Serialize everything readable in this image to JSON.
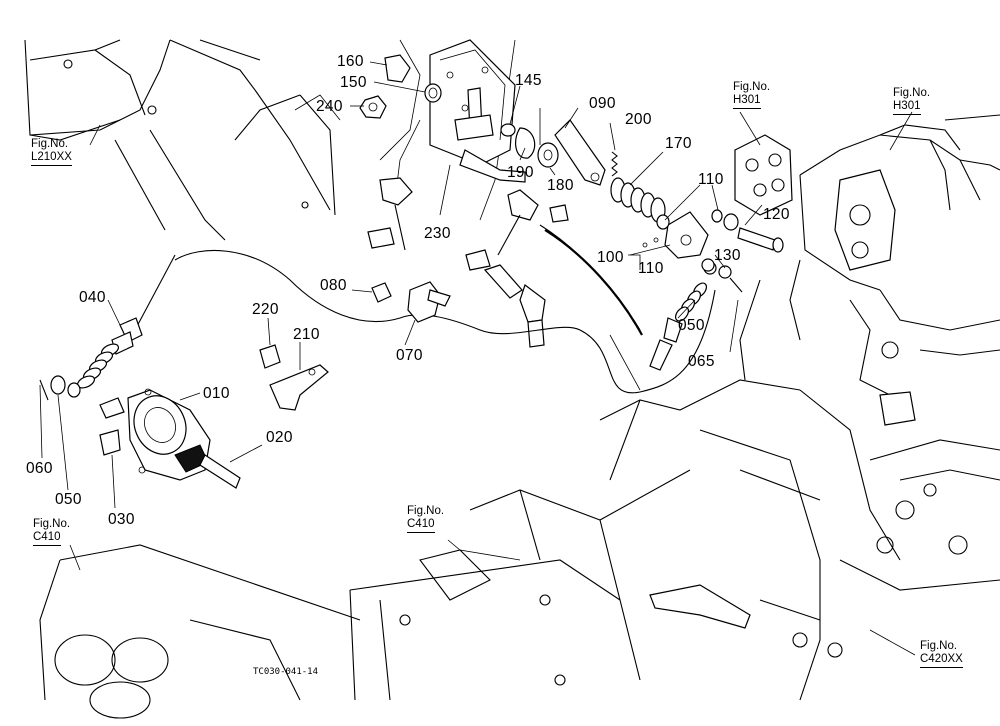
{
  "diagram_id": "TC030-041-14",
  "callouts": {
    "p160": "160",
    "p150": "150",
    "p240": "240",
    "p145": "145",
    "p090": "090",
    "p200": "200",
    "p170": "170",
    "p190": "190",
    "p180": "180",
    "p230": "230",
    "p110a": "110",
    "p120": "120",
    "p100": "100",
    "p110b": "110",
    "p130": "130",
    "p080": "080",
    "p070": "070",
    "p040": "040",
    "p220": "220",
    "p210": "210",
    "p050a": "050",
    "p065": "065",
    "p010": "010",
    "p020": "020",
    "p060": "060",
    "p050b": "050",
    "p030": "030"
  },
  "figure_refs": {
    "l210": {
      "label": "Fig.No.",
      "code": "L210XX"
    },
    "h301a": {
      "label": "Fig.No.",
      "code": "H301"
    },
    "h301b": {
      "label": "Fig.No.",
      "code": "H301"
    },
    "c410a": {
      "label": "Fig.No.",
      "code": "C410"
    },
    "c410b": {
      "label": "Fig.No.",
      "code": "C410"
    },
    "c420": {
      "label": "Fig.No.",
      "code": "C420XX"
    }
  },
  "colors": {
    "ink": "#000000",
    "paper": "#ffffff"
  }
}
